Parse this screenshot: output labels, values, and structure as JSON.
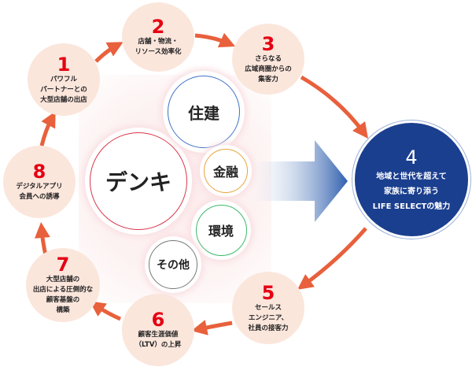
{
  "steps": [
    {
      "num": "1",
      "text": "パワフル\nパートナーとの\n大型店舗の出店"
    },
    {
      "num": "2",
      "text": "店舗・物流・\nリソース効率化"
    },
    {
      "num": "3",
      "text": "さらなる\n広域商圏からの\n集客力"
    },
    {
      "num": "4",
      "text": "地域と世代を超えて\n家族に寄り添う\nLIFE SELECTの魅力"
    },
    {
      "num": "5",
      "text": "セールス\nエンジニア、\n社員の接客力"
    },
    {
      "num": "6",
      "text": "顧客生涯価値\n（LTV）の上昇"
    },
    {
      "num": "7",
      "text": "大型店舗の\n出店による圧倒的な\n顧客基盤の\n構築"
    },
    {
      "num": "8",
      "text": "デジタルアプリ\n会員への誘導"
    }
  ],
  "businesses": {
    "main": "デンキ",
    "housing": "住建",
    "finance": "金融",
    "environment": "環境",
    "other": "その他"
  },
  "colors": {
    "accent": "#e50012",
    "arrow": "#e8603c",
    "hub": "#1b3f8f"
  }
}
